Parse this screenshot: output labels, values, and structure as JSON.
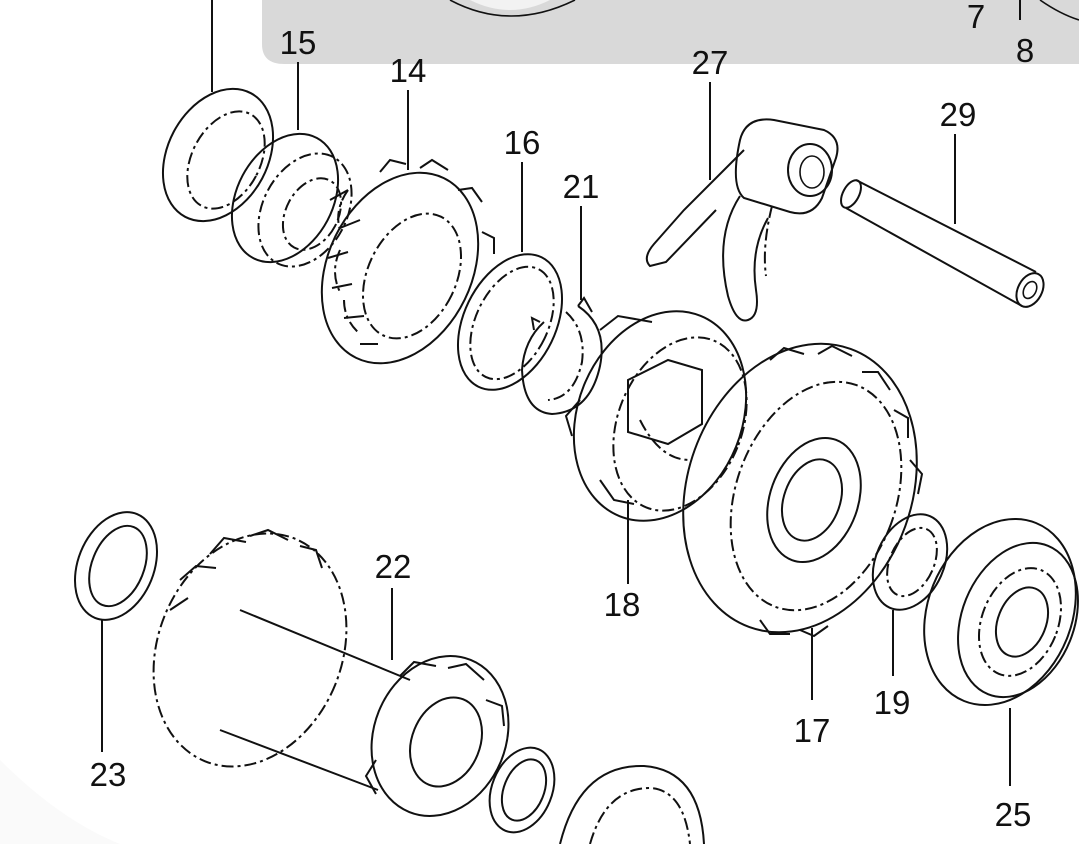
{
  "diagram": {
    "callouts": [
      {
        "id": "c7",
        "label": "7"
      },
      {
        "id": "c8",
        "label": "8"
      },
      {
        "id": "c14",
        "label": "14"
      },
      {
        "id": "c15",
        "label": "15"
      },
      {
        "id": "c16",
        "label": "16"
      },
      {
        "id": "c17",
        "label": "17"
      },
      {
        "id": "c18",
        "label": "18"
      },
      {
        "id": "c19",
        "label": "19"
      },
      {
        "id": "c21",
        "label": "21"
      },
      {
        "id": "c22",
        "label": "22"
      },
      {
        "id": "c23",
        "label": "23"
      },
      {
        "id": "c25",
        "label": "25"
      },
      {
        "id": "c27",
        "label": "27"
      },
      {
        "id": "c29",
        "label": "29"
      }
    ],
    "colors": {
      "ink": "#111111",
      "inset_panel": "#d9d9d9",
      "background": "#ffffff"
    }
  }
}
